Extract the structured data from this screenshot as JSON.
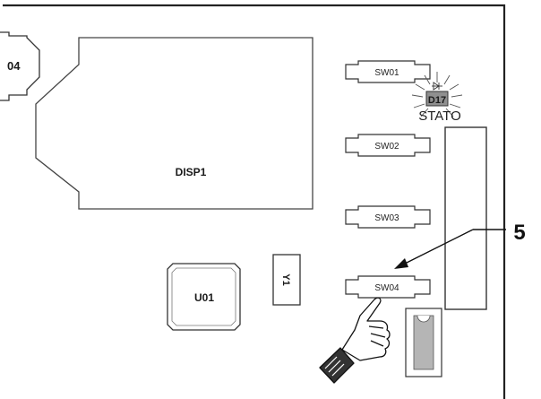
{
  "board": {
    "connector_label": "04",
    "display_label": "DISP1",
    "chip_label": "U01",
    "crystal_label": "Y1",
    "led_label": "D17",
    "led_caption": "STATO",
    "callout_number": "5",
    "switches": [
      {
        "label": "SW01"
      },
      {
        "label": "SW02"
      },
      {
        "label": "SW03"
      },
      {
        "label": "SW04"
      }
    ]
  },
  "colors": {
    "line": "#222222",
    "led_fill": "#8f8f8f",
    "background": "#ffffff"
  }
}
